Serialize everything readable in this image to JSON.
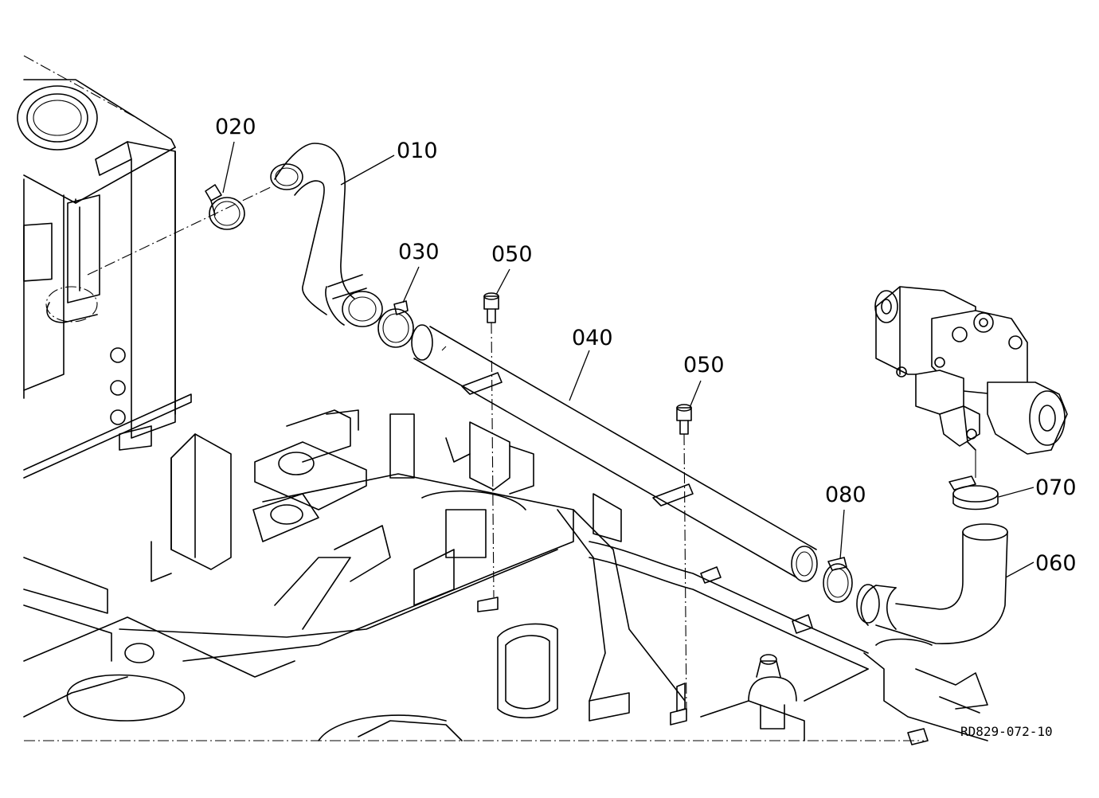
{
  "parts": [
    {
      "id": "010",
      "name_ref": "hose-010"
    },
    {
      "id": "020",
      "name_ref": "clamp-020"
    },
    {
      "id": "030",
      "name_ref": "clamp-030"
    },
    {
      "id": "040",
      "name_ref": "pipe-040"
    },
    {
      "id": "050",
      "name_ref": "bolt-050"
    },
    {
      "id": "050",
      "name_ref": "bolt-050b"
    },
    {
      "id": "060",
      "name_ref": "hose-060"
    },
    {
      "id": "070",
      "name_ref": "clamp-070"
    },
    {
      "id": "080",
      "name_ref": "clamp-080"
    }
  ],
  "drawing_id": "RD829-072-10"
}
